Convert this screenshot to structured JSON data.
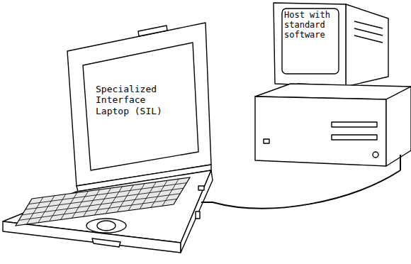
{
  "diagram": {
    "nodes": [
      {
        "text": [
          "Specialized Interface Laptop (SIL)"
        ]
      },
      {
        "text": [
          "Host with standard software"
        ]
      }
    ],
    "edges": [
      {
        "from": 0,
        "to": 1,
        "arrow": "none"
      }
    ]
  }
}
